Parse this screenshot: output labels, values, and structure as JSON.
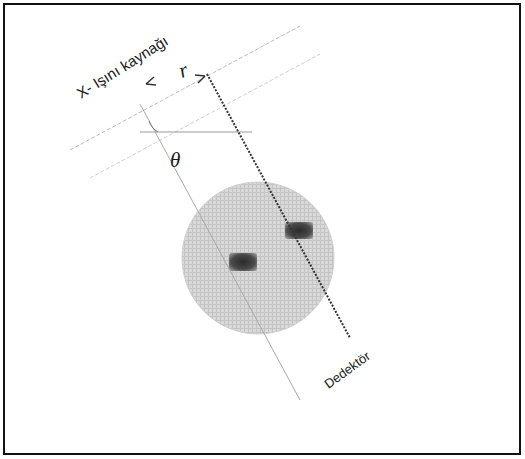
{
  "diagram": {
    "labels": [
      "X- Işını kaynağı",
      "r",
      "θ",
      "Dedektör"
    ]
  }
}
